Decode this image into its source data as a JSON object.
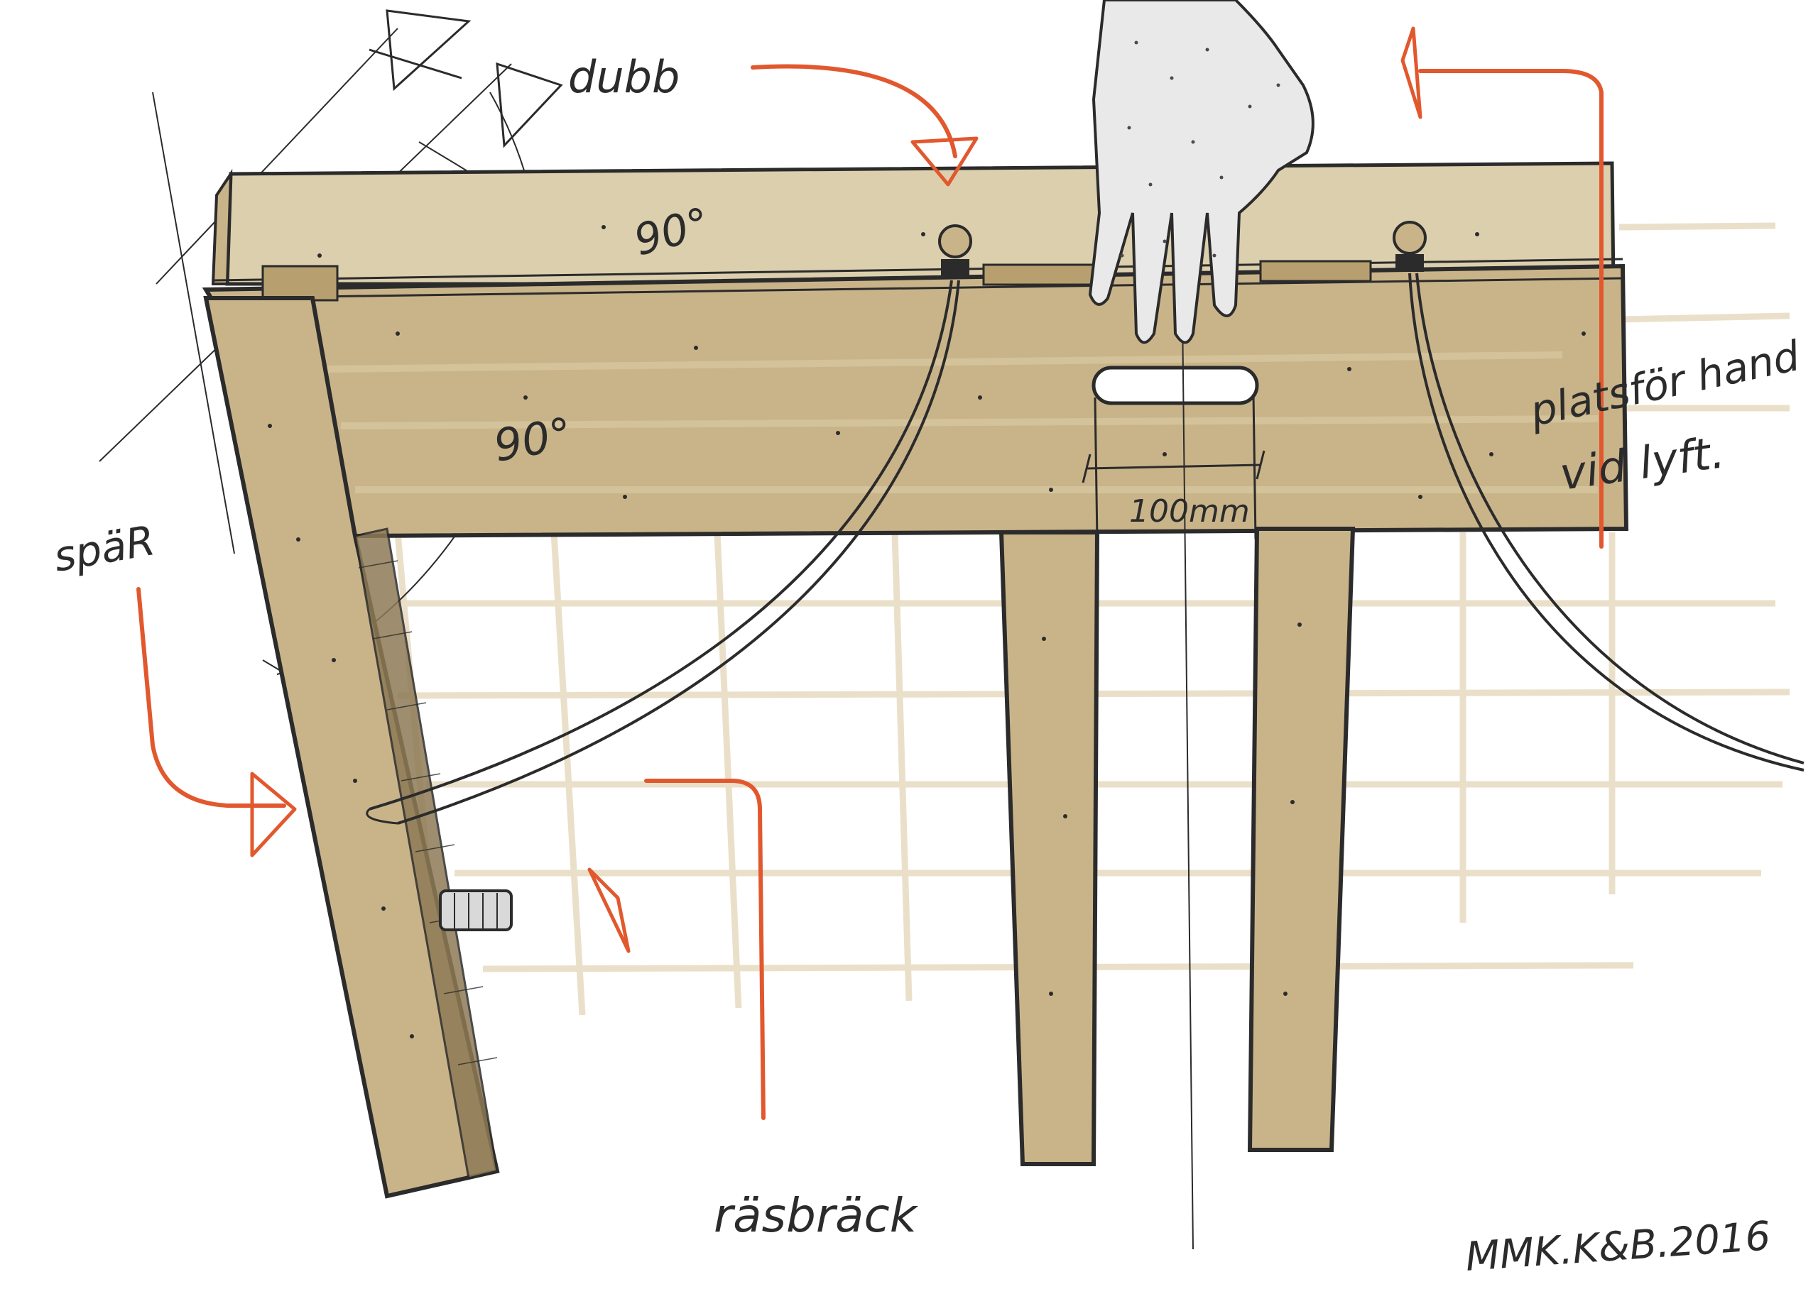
{
  "labels": {
    "dubb": "dubb",
    "angle_top": "90°",
    "angle_side": "90°",
    "spar": "späR",
    "dimension": "100mm",
    "plats_line1": "platsför hand",
    "plats_line2": "vid lyft.",
    "rasbrack": "räsbräck",
    "signature": "MMK.K&B.2016"
  },
  "colors": {
    "wood": "#c9b48a",
    "wood_light": "#dccfae",
    "ink": "#2b2b2b",
    "accent": "#e2582e",
    "glove": "#e9e9e9"
  }
}
